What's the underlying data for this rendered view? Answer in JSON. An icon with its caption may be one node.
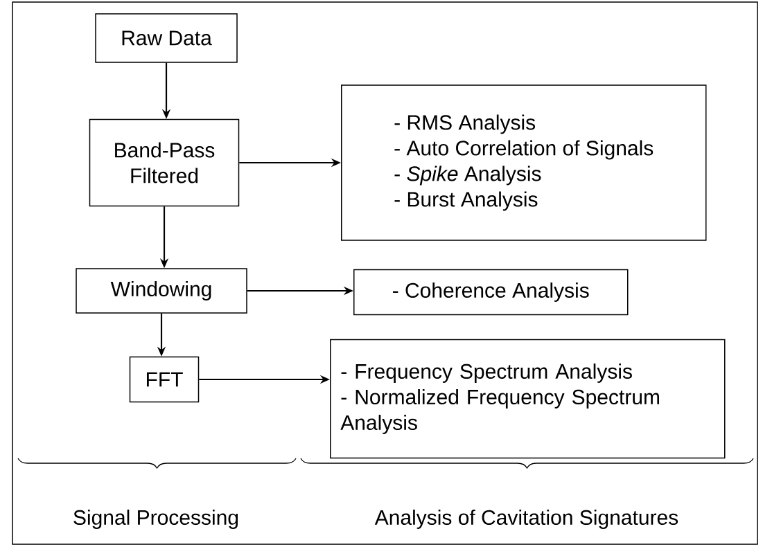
{
  "diagram": {
    "nodes": [
      {
        "text": [
          "Raw Data"
        ]
      },
      {
        "text": [
          "Band-Pass Filtered"
        ]
      },
      {
        "text": [
          "- RMS Analysis",
          "- Auto Correlation of Signals",
          "- *Spike* Analysis",
          "- Burst Analysis"
        ]
      },
      {
        "text": [
          "Windowing"
        ]
      },
      {
        "text": [
          "- Coherence Analysis"
        ]
      },
      {
        "text": [
          "FFT"
        ]
      },
      {
        "text": [
          "- Frequency Spectrum Analysis",
          "- Normalized Frequency Spectrum Analysis"
        ]
      }
    ],
    "edges": [
      {
        "from": 0,
        "to": 1,
        "arrow": "to"
      },
      {
        "from": 1,
        "to": 2,
        "arrow": "to"
      },
      {
        "from": 1,
        "to": 3,
        "arrow": "to"
      },
      {
        "from": 3,
        "to": 4,
        "arrow": "to"
      },
      {
        "from": 3,
        "to": 5,
        "arrow": "to"
      },
      {
        "from": 5,
        "to": 6,
        "arrow": "to"
      }
    ],
    "labels": [
      "Signal Processing",
      "Analysis of Cavitation Signatures"
    ]
  }
}
